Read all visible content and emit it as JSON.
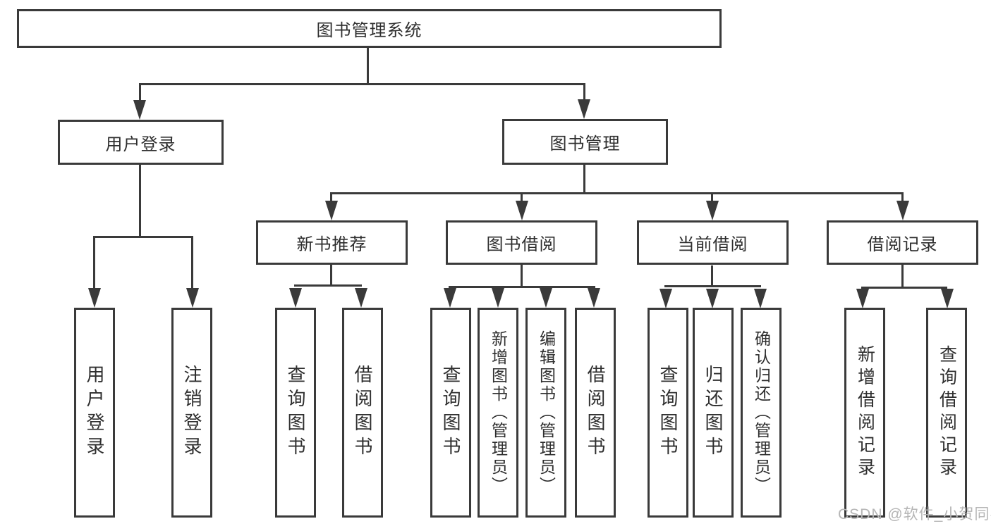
{
  "nodes": {
    "root": "图书管理系统",
    "userLogin": "用户登录",
    "bookManagement": "图书管理",
    "newBookRecommend": "新书推荐",
    "bookBorrow": "图书借阅",
    "currentBorrow": "当前借阅",
    "borrowRecord": "借阅记录",
    "leafUserLogin": "用户登录",
    "leafLogout": "注销登录",
    "recQueryBook": "查询图书",
    "recBorrowBook": "借阅图书",
    "bbQueryBook": "查询图书",
    "bbAddBook": "新增图书（管理员）",
    "bbEditBook": "编辑图书（管理员）",
    "bbBorrowBook": "借阅图书",
    "cbQueryBook": "查询图书",
    "cbReturnBook": "归还图书",
    "cbConfirmReturn": "确认归还（管理员）",
    "brAddRecord": "新增借阅记录",
    "brQueryRecord": "查询借阅记录"
  },
  "watermark": "CSDN @软件_小贺同学",
  "colors": {
    "line": "#3a3a3a",
    "text": "#2e2e2e",
    "watermark": "#b5b5b5",
    "background": "#ffffff"
  }
}
